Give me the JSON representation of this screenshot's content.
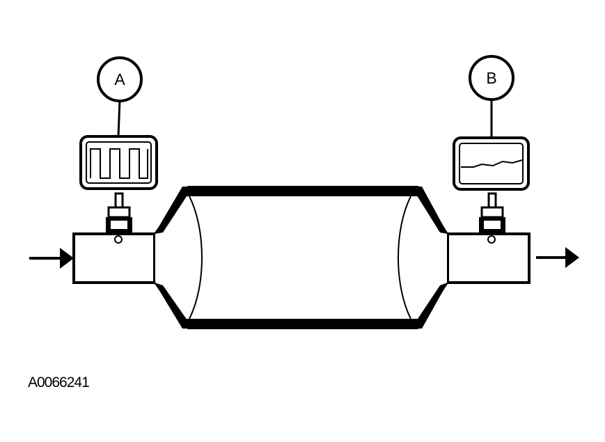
{
  "callouts": {
    "upstream": "A",
    "downstream": "B"
  },
  "figure_id": "A0066241",
  "colors": {
    "ink": "#000000",
    "background": "#ffffff"
  }
}
